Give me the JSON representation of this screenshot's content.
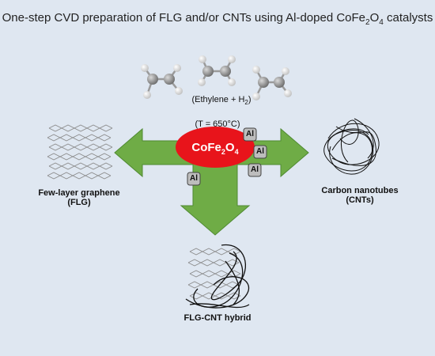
{
  "title": {
    "pre": "One-step CVD preparation of FLG and/or CNTs using Al-doped CoFe",
    "sub1": "2",
    "mid": "O",
    "sub2": "4",
    "post": " catalysts"
  },
  "reactant": {
    "pre": "(Ethylene + H",
    "sub": "2",
    "post": ")"
  },
  "temperature": "(T = 650°C)",
  "catalyst": {
    "pre": "CoFe",
    "sub1": "2",
    "mid": "O",
    "sub2": "4"
  },
  "dopant": "Al",
  "products": {
    "flg": {
      "line1": "Few-layer graphene",
      "line2": "(FLG)"
    },
    "cnt": {
      "line1": "Carbon nanotubes",
      "line2": "(CNTs)"
    },
    "hybrid": {
      "line1": "FLG-CNT hybrid"
    }
  },
  "colors": {
    "background": "#dfe7f1",
    "arrow": "#6fac46",
    "arrow_stroke": "#4f8a32",
    "catalyst": "#e8141b",
    "al_box": "#bdbdbd",
    "atom_c": "#8c8c8c",
    "atom_h": "#f2f2f2"
  }
}
